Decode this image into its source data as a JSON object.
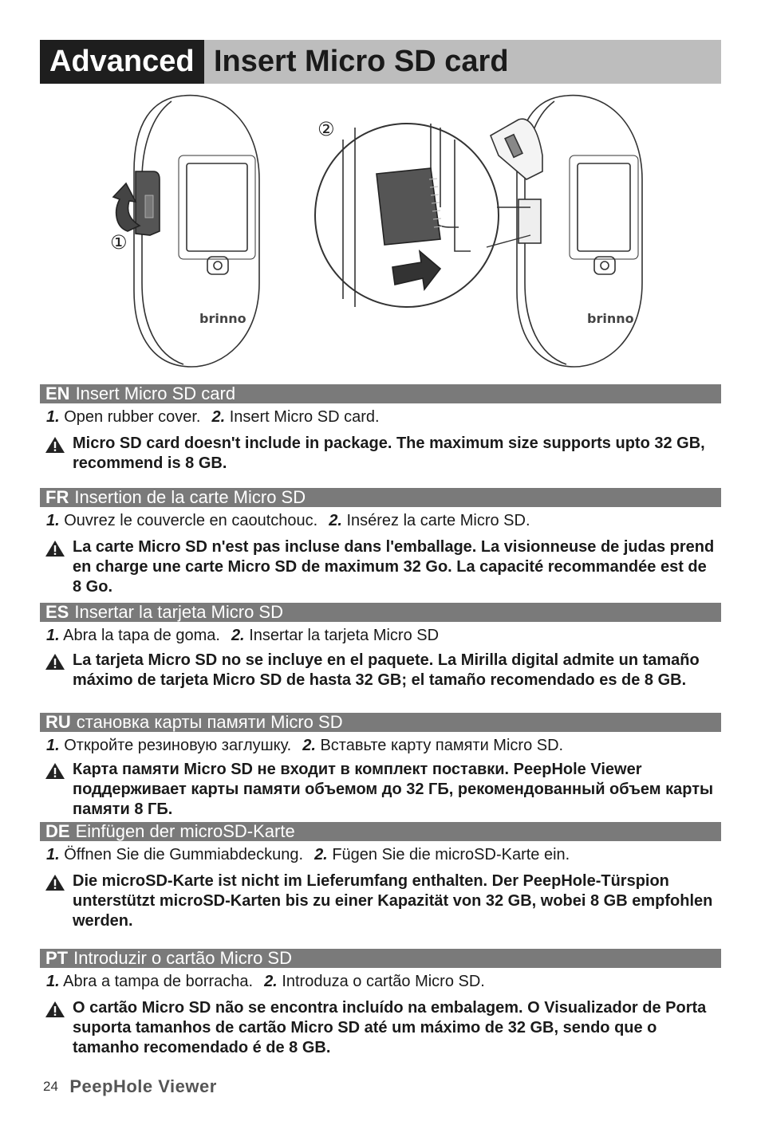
{
  "header": {
    "section": "Advanced",
    "title": "Insert Micro SD card"
  },
  "illustration": {
    "step1_marker": "①",
    "step2_marker": "②",
    "brand_logo_left": "brinno",
    "brand_logo_right": "brinno"
  },
  "sections": [
    {
      "code": "EN",
      "heading": "Insert Micro SD card",
      "step1_num": "1.",
      "step1_text": "Open rubber cover.",
      "step2_num": "2.",
      "step2_text": "Insert Micro SD card.",
      "warning": "Micro SD card doesn't include in package. The maximum size supports upto 32 GB, recommend is 8 GB."
    },
    {
      "code": "FR",
      "heading": "Insertion de la carte Micro SD",
      "step1_num": "1.",
      "step1_text": "Ouvrez le couvercle en caoutchouc.",
      "step2_num": "2.",
      "step2_text": "Insérez la carte Micro SD.",
      "warning": "La carte Micro SD n'est pas incluse dans l'emballage. La visionneuse de judas prend en charge une carte Micro SD de maximum 32 Go. La capacité recommandée est de 8 Go."
    },
    {
      "code": "ES",
      "heading": "Insertar la tarjeta Micro SD",
      "step1_num": "1.",
      "step1_text": "Abra la tapa de goma.",
      "step2_num": "2.",
      "step2_text": "Insertar la tarjeta Micro SD",
      "warning": "La tarjeta Micro SD no se incluye en el paquete. La Mirilla digital admite un tamaño máximo de tarjeta Micro SD de hasta 32 GB; el tamaño recomendado es de 8 GB."
    },
    {
      "code": "RU",
      "heading": "становка карты памяти Micro SD",
      "step1_num": "1.",
      "step1_text": "Откройте резиновую заглушку.",
      "step2_num": "2.",
      "step2_text": "Вставьте карту памяти Micro SD.",
      "warning": "Карта памяти Micro SD не входит в комплект поставки. PeepHole Viewer поддерживает карты памяти объемом до 32 ГБ, рекомендованный объем карты памяти 8 ГБ."
    },
    {
      "code": "DE",
      "heading": "Einfügen der microSD-Karte",
      "step1_num": "1.",
      "step1_text": "Öffnen Sie die Gummiabdeckung.",
      "step2_num": "2.",
      "step2_text": "Fügen Sie die microSD-Karte ein.",
      "warning": "Die microSD-Karte ist nicht im Lieferumfang enthalten. Der PeepHole-Türspion unterstützt microSD-Karten bis zu einer Kapazität von 32 GB, wobei 8 GB empfohlen werden."
    },
    {
      "code": "PT",
      "heading": "Introduzir o cartão Micro SD",
      "step1_num": "1.",
      "step1_text": "Abra a tampa de borracha.",
      "step2_num": "2.",
      "step2_text": "Introduza o cartão Micro SD.",
      "warning": "O cartão Micro SD não se encontra incluído na embalagem. O Visualizador de Porta suporta tamanhos de cartão Micro SD até um máximo de 32 GB, sendo que o tamanho recomendado é de 8 GB."
    }
  ],
  "footer": {
    "page_number": "24",
    "brand": "PeepHole Viewer"
  }
}
